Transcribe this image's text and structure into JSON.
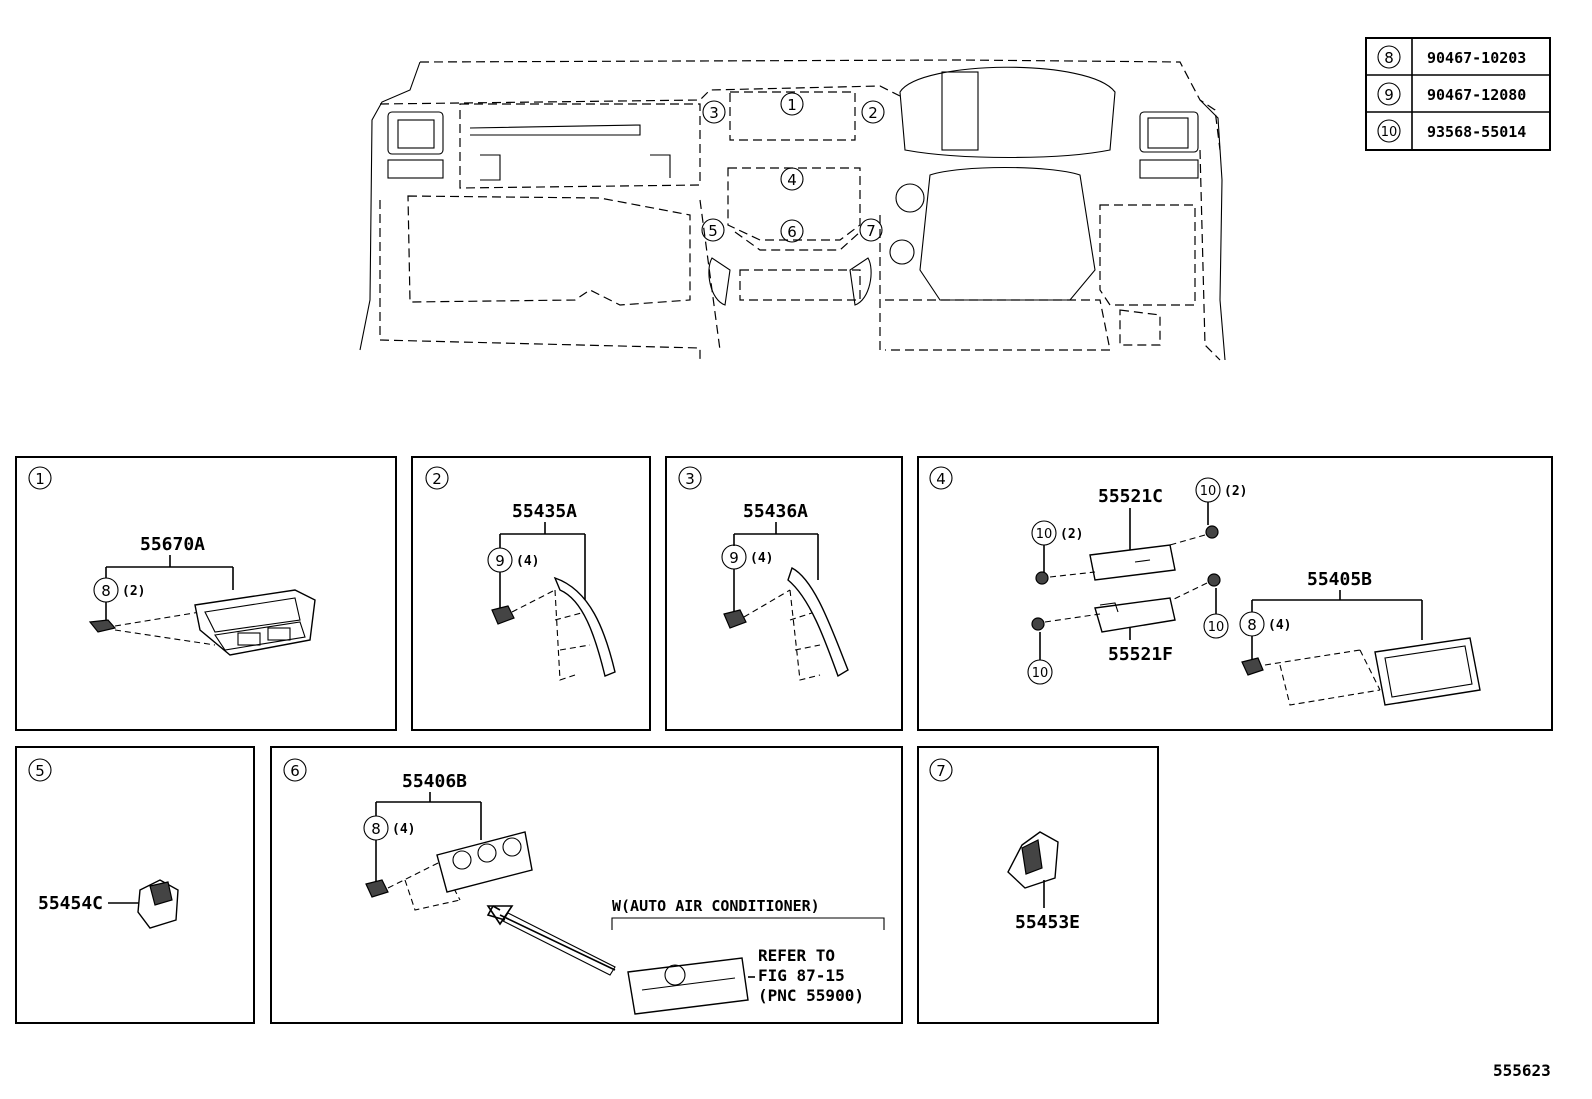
{
  "title_overview": "instrument panel overview",
  "fastener_table": [
    {
      "ref": "8",
      "part_no": "90467-10203"
    },
    {
      "ref": "9",
      "part_no": "90467-12080"
    },
    {
      "ref": "10",
      "part_no": "93568-55014"
    }
  ],
  "overview_callouts": [
    "1",
    "2",
    "3",
    "4",
    "5",
    "6",
    "7"
  ],
  "panels": {
    "p1": {
      "num": "1",
      "part": "55670A",
      "fastener": "8",
      "qty": "(2)"
    },
    "p2": {
      "num": "2",
      "part": "55435A",
      "fastener": "9",
      "qty": "(4)"
    },
    "p3": {
      "num": "3",
      "part": "55436A",
      "fastener": "9",
      "qty": "(4)"
    },
    "p4": {
      "num": "4",
      "part_a": "55521C",
      "part_b": "55521F",
      "part_c": "55405B",
      "f10a": "10",
      "q10a": "(2)",
      "f10b": "10",
      "q10b": "(2)",
      "f10c": "10",
      "f10d": "10",
      "f8": "8",
      "q8": "(4)"
    },
    "p5": {
      "num": "5",
      "part": "55454C"
    },
    "p6": {
      "num": "6",
      "part": "55406B",
      "fastener": "8",
      "qty": "(4)",
      "variant": "W(AUTO AIR CONDITIONER)",
      "refer_1": "REFER TO",
      "refer_2": "FIG 87-15",
      "refer_3": "(PNC 55900)"
    },
    "p7": {
      "num": "7",
      "part": "55453E"
    }
  },
  "figure_id": "555623"
}
